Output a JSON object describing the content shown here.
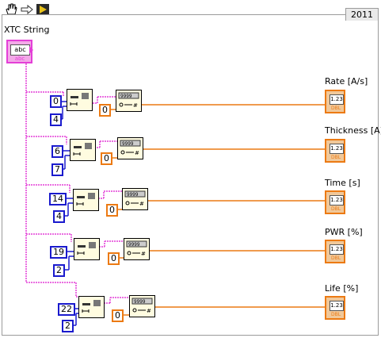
{
  "toolbar": {
    "icons": [
      "hand-icon",
      "step-arrow-icon",
      "run-arrow-icon"
    ]
  },
  "structure": {
    "version_label": "2011"
  },
  "control": {
    "label": "XTC String",
    "display": "abc",
    "type_tag": "abc"
  },
  "rows": [
    {
      "offset": "0",
      "length": "4",
      "default": "0",
      "indicator_label": "Rate [A/s]",
      "indicator_display": "1.23",
      "indicator_type": "DBL"
    },
    {
      "offset": "6",
      "length": "7",
      "default": "0",
      "indicator_label": "Thickness [A]",
      "indicator_display": "1.23",
      "indicator_type": "DBL"
    },
    {
      "offset": "14",
      "length": "4",
      "default": "0",
      "indicator_label": "Time [s]",
      "indicator_display": "1.23",
      "indicator_type": "DBL"
    },
    {
      "offset": "19",
      "length": "2",
      "default": "0",
      "indicator_label": "PWR [%]",
      "indicator_display": "1.23",
      "indicator_type": "DBL"
    },
    {
      "offset": "22",
      "length": "2",
      "default": "0",
      "indicator_label": "Life [%]",
      "indicator_display": "1.23",
      "indicator_type": "DBL"
    }
  ],
  "colors": {
    "string_wire": "#e43fd7",
    "numeric_wire_blue": "#1a1acd",
    "numeric_wire_orange": "#ec7a13",
    "frame": "#9b9b9b"
  }
}
